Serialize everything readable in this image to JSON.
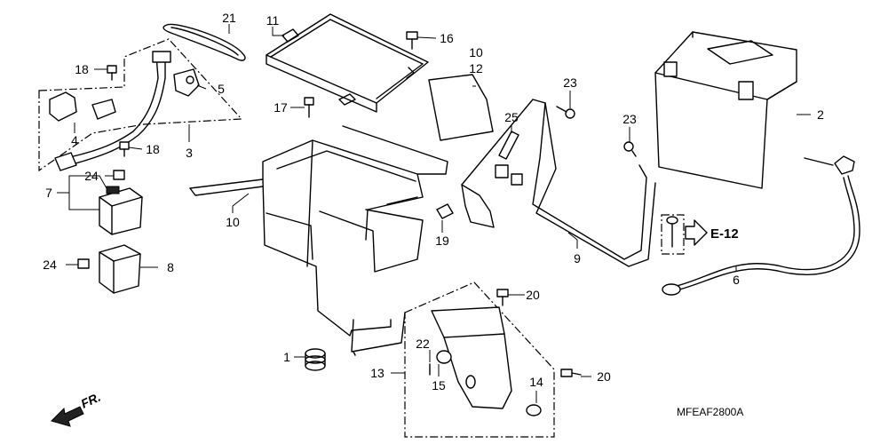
{
  "diagram": {
    "drawing_code": "MFEAF2800A",
    "direction_label": "FR.",
    "reference_label": "E-12",
    "callouts": [
      {
        "id": "c1",
        "label": "1"
      },
      {
        "id": "c2",
        "label": "2"
      },
      {
        "id": "c3",
        "label": "3"
      },
      {
        "id": "c4",
        "label": "4"
      },
      {
        "id": "c5",
        "label": "5"
      },
      {
        "id": "c6",
        "label": "6"
      },
      {
        "id": "c7",
        "label": "7"
      },
      {
        "id": "c8",
        "label": "8"
      },
      {
        "id": "c9",
        "label": "9"
      },
      {
        "id": "c10a",
        "label": "10"
      },
      {
        "id": "c10b",
        "label": "10"
      },
      {
        "id": "c11",
        "label": "11"
      },
      {
        "id": "c12",
        "label": "12"
      },
      {
        "id": "c13",
        "label": "13"
      },
      {
        "id": "c14",
        "label": "14"
      },
      {
        "id": "c15",
        "label": "15"
      },
      {
        "id": "c16",
        "label": "16"
      },
      {
        "id": "c17",
        "label": "17"
      },
      {
        "id": "c18a",
        "label": "18"
      },
      {
        "id": "c18b",
        "label": "18"
      },
      {
        "id": "c19",
        "label": "19"
      },
      {
        "id": "c20a",
        "label": "20"
      },
      {
        "id": "c20b",
        "label": "20"
      },
      {
        "id": "c21",
        "label": "21"
      },
      {
        "id": "c22",
        "label": "22"
      },
      {
        "id": "c23a",
        "label": "23"
      },
      {
        "id": "c23b",
        "label": "23"
      },
      {
        "id": "c24a",
        "label": "24"
      },
      {
        "id": "c24b",
        "label": "24"
      },
      {
        "id": "c25",
        "label": "25"
      }
    ]
  }
}
